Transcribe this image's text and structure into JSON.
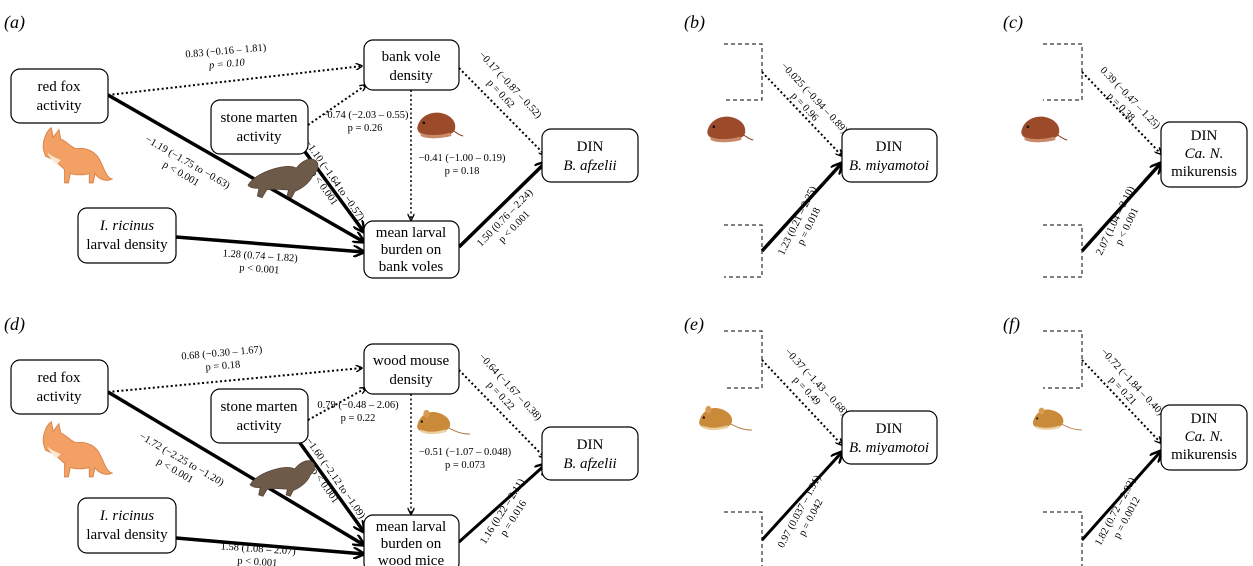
{
  "panels": {
    "a": "(a)",
    "b": "(b)",
    "c": "(c)",
    "d": "(d)",
    "e": "(e)",
    "f": "(f)"
  },
  "nodes": {
    "red_fox_1": "red fox",
    "red_fox_2": "activity",
    "stone_marten_1": "stone marten",
    "stone_marten_2": "activity",
    "iricinus_1": "I. ricinus",
    "iricinus_2": "larval density",
    "bank_vole_1": "bank vole",
    "bank_vole_2": "density",
    "wood_mouse_1": "wood mouse",
    "wood_mouse_2": "density",
    "burden_vole_1": "mean larval",
    "burden_vole_2": "burden on",
    "burden_vole_3": "bank voles",
    "burden_mouse_1": "mean larval",
    "burden_mouse_2": "burden on",
    "burden_mouse_3": "wood mice",
    "din": "DIN",
    "afzelii": "B. afzelii",
    "miyamotoi": "B. miyamotoi",
    "mikur_1": "Ca. N.",
    "mikur_2": "mikurensis"
  },
  "edges": {
    "a_fox_vole": {
      "est": "0.83 (−0.16 – 1.81)",
      "p": "p = 0.10"
    },
    "a_marten_vole": {
      "est": "−0.74 (−2.03 – 0.55)",
      "p": "p = 0.26"
    },
    "a_fox_burden": {
      "est": "−1.19 (−1.75 to −0.63)",
      "p": "p < 0.001"
    },
    "a_marten_burden": {
      "est": "−1.10 (−1.64 to −0.57)",
      "p": "p < 0.001"
    },
    "a_ric_burden": {
      "est": "1.28 (0.74 – 1.82)",
      "p": "p < 0.001"
    },
    "a_vole_burden": {
      "est": "−0.41 (−1.00 – 0.19)",
      "p": "p = 0.18"
    },
    "a_vole_din": {
      "est": "−0.17 (−0.87 – 0.52)",
      "p": "p = 0.62"
    },
    "a_burden_din": {
      "est": "1.50 (0.76 – 2.24)",
      "p": "p < 0.001"
    },
    "b_top": {
      "est": "−0.025 (−0.94 – 0.89)",
      "p": "p = 0.96"
    },
    "b_bot": {
      "est": "1.23 (0.21 – 2.25)",
      "p": "p = 0.018"
    },
    "c_top": {
      "est": "0.39 (−0.47 – 1.25)",
      "p": "p = 0.38"
    },
    "c_bot": {
      "est": "2.07 (1.04 – 3.10)",
      "p": "p < 0.001"
    },
    "d_fox_mouse": {
      "est": "0.68 (−0.30 – 1.67)",
      "p": "p = 0.18"
    },
    "d_marten_mouse": {
      "est": "0.79 (−0.48 – 2.06)",
      "p": "p = 0.22"
    },
    "d_fox_burden": {
      "est": "−1.72 (−2.25 to −1.20)",
      "p": "p < 0.001"
    },
    "d_marten_burden": {
      "est": "−1.60 (−2.12 to −1.09)",
      "p": "p < 0.001"
    },
    "d_ric_burden": {
      "est": "1.58 (1.08 – 2.07)",
      "p": "p < 0.001"
    },
    "d_mouse_burden": {
      "est": "−0.51 (−1.07 – 0.048)",
      "p": "p = 0.073"
    },
    "d_mouse_din": {
      "est": "−0.64 (−1.67 – 0.38)",
      "p": "p = 0.22"
    },
    "d_burden_din": {
      "est": "1.16 (0.22 – 2.11)",
      "p": "p = 0.016"
    },
    "e_top": {
      "est": "−0.37 (−1.43 – 0.68)",
      "p": "p = 0.49"
    },
    "e_bot": {
      "est": "0.97 (0.037 – 1.91)",
      "p": "p = 0.042"
    },
    "f_top": {
      "est": "−0.72 (−1.84 – 0.40)",
      "p": "p = 0.21"
    },
    "f_bot": {
      "est": "1.82 (0.72 – 2.92)",
      "p": "p = 0.0012"
    }
  }
}
